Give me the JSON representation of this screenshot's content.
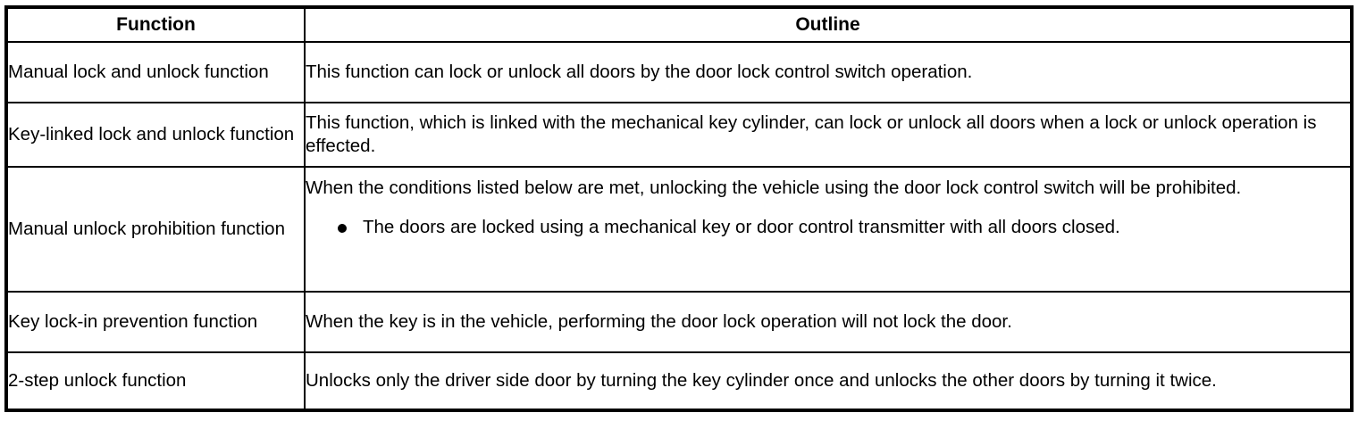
{
  "table": {
    "headers": {
      "function": "Function",
      "outline": "Outline"
    },
    "rows": [
      {
        "function": "Manual lock and unlock function",
        "outline": "This function can lock or unlock all doors by the door lock control switch operation.",
        "bullets": []
      },
      {
        "function": "Key-linked lock and unlock function",
        "outline": "This function, which is linked with the mechanical key cylinder, can lock or unlock all doors when a lock or unlock operation is effected.",
        "bullets": []
      },
      {
        "function": "Manual unlock prohibition function",
        "outline": "When the conditions listed below are met, unlocking the vehicle using the door lock control switch will be prohibited.",
        "bullets": [
          "The doors are locked using a mechanical key or door control transmitter with all doors closed."
        ]
      },
      {
        "function": "Key lock-in prevention function",
        "outline": "When the key is in the vehicle, performing the door lock operation will not lock the door.",
        "bullets": []
      },
      {
        "function": "2-step unlock function",
        "outline": "Unlocks only the driver side door by turning the key cylinder once and unlocks the other doors by turning it twice.",
        "bullets": []
      }
    ]
  },
  "colors": {
    "border": "#000000",
    "text": "#000000",
    "background": "#ffffff"
  }
}
